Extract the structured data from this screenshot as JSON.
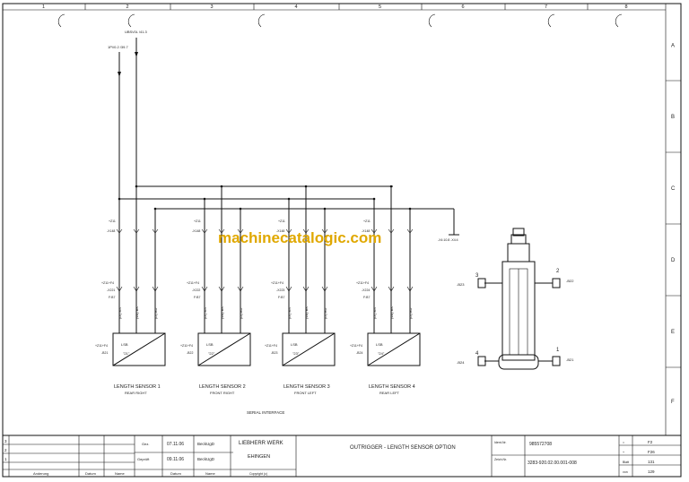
{
  "grid": {
    "columns": [
      "1",
      "2",
      "3",
      "4",
      "5",
      "6",
      "7",
      "8"
    ],
    "rows": [
      "A",
      "B",
      "C",
      "D",
      "E",
      "F"
    ]
  },
  "watermark": "machinecatalogic.com",
  "top_refs": {
    "left": "1P\\/0.2  /39.7",
    "right": "UBS\\/0L  /41.3"
  },
  "ground_label": "-X4:10.8   -X4:4",
  "serial_interface": "SERIAL INTERFACE",
  "sensors": [
    {
      "connector_top": "+Z11\n-X148",
      "connector_mid": "+Z11+F4\n-X221",
      "plug": "F:B7",
      "wires": [
        "(br) BN",
        "(sw) BK",
        "(bl) BU"
      ],
      "ref": "+Z11+F4",
      "id": "-B21",
      "ls": "LSB",
      "code": "\"21\"",
      "name": "LENGTH SENSOR 1",
      "position": "REAR RIGHT"
    },
    {
      "connector_top": "+Z11\n-X148",
      "connector_mid": "+Z11+F4\n-X222",
      "plug": "F:B7",
      "wires": [
        "(br) BN",
        "(sw) BK",
        "(bl) BU"
      ],
      "ref": "+Z11+F4",
      "id": "-B22",
      "ls": "LSB",
      "code": "\"22\"",
      "name": "LENGTH SENSOR 2",
      "position": "FRONT RIGHT"
    },
    {
      "connector_top": "+Z11\n-X148",
      "connector_mid": "+Z11+F4\n-X223",
      "plug": "F:B7",
      "wires": [
        "(br) BN",
        "(sw) BK",
        "(bl) BU"
      ],
      "ref": "+Z11+F4",
      "id": "-B23",
      "ls": "LSB",
      "code": "\"23\"",
      "name": "LENGTH SENSOR 3",
      "position": "FRONT LEFT"
    },
    {
      "connector_top": "+Z11\n-X148",
      "connector_mid": "+Z11+F4\n-X224",
      "plug": "F:B7",
      "wires": [
        "(br) BN",
        "(sw) BK",
        "(bl) BU"
      ],
      "ref": "+Z11+F4",
      "id": "-B24",
      "ls": "LSB",
      "code": "\"24\"",
      "name": "LENGTH SENSOR 4",
      "position": "REAR LEFT"
    }
  ],
  "cylinder": {
    "labels": [
      {
        "num": "3",
        "id": "-B23"
      },
      {
        "num": "2",
        "id": "-B22"
      },
      {
        "num": "4",
        "id": "-B24"
      },
      {
        "num": "1",
        "id": "-B21"
      }
    ]
  },
  "title_block": {
    "rev_rows": [
      "3",
      "2",
      "1"
    ],
    "rev_headers": [
      "Anderung",
      "Datum",
      "Name"
    ],
    "dates": [
      {
        "label": "Gez.",
        "date": "07.11.06",
        "name": "BeckUgD"
      },
      {
        "label": "Geprüft",
        "date": "09.11.06",
        "name": "BeckUgD"
      }
    ],
    "date_headers": [
      "Datum",
      "Name"
    ],
    "company": [
      "LIEBHERR WERK",
      "EHINGEN"
    ],
    "copyright": "Copyright (c)",
    "title": "OUTRIGGER - LENGTH SENSOR OPTION",
    "ident_label": "Ident-Nr.",
    "ident": "985572708",
    "zeich_label": "Zeich.Nr.",
    "drawing_no": "3283-920.02.00.001-008",
    "right_col": [
      {
        "k": "=",
        "v": "F2"
      },
      {
        "k": "+",
        "v": "F26"
      },
      {
        "k": "Blatt",
        "v": "131"
      },
      {
        "k": "von",
        "v": "129"
      }
    ]
  }
}
